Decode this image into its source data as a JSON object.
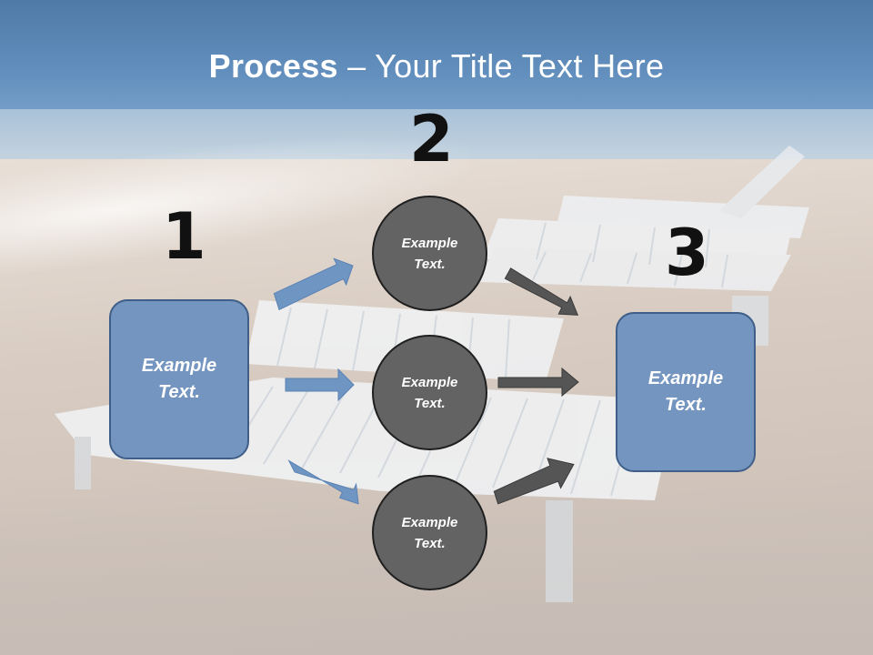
{
  "title": {
    "bold": "Process",
    "rest": " – Your Title Text Here"
  },
  "steps": {
    "one": "1",
    "two": "2",
    "three": "3"
  },
  "nodes": {
    "left_box": "Example\nText.",
    "circle_top": "Example\nText.",
    "circle_middle": "Example\nText.",
    "circle_bottom": "Example\nText.",
    "right_box": "Example\nText."
  },
  "colors": {
    "box_fill": "#7395c0",
    "box_border": "#3f5f88",
    "circle_fill": "#636363",
    "circle_border": "#1f1f1f",
    "blue_arrow": "#6f95c3",
    "gray_arrow": "#555555"
  }
}
